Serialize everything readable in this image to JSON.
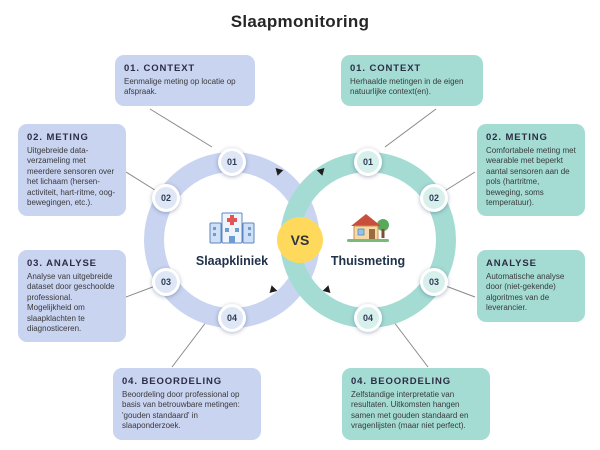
{
  "title": "Slaapmonitoring",
  "vs_label": "VS",
  "colors": {
    "left_accent": "#c9d4f1",
    "right_accent": "#a4dcd4",
    "vs_bg": "#ffd95c"
  },
  "left": {
    "name": "Slaapkliniek",
    "icon": "hospital-icon",
    "items": [
      {
        "num": "01",
        "heading": "01. CONTEXT",
        "body": "Eenmalige meting op locatie op afspraak."
      },
      {
        "num": "02",
        "heading": "02. METING",
        "body": "Uitgebreide data-verzameling met meerdere sensoren over het lichaam (hersen-activiteit, hart-ritme, oog-bewegingen, etc.)."
      },
      {
        "num": "03",
        "heading": "03. ANALYSE",
        "body": "Analyse van uitgebreide dataset door geschoolde professional. Mogelijkheid om slaapklachten te diagnosticeren."
      },
      {
        "num": "04",
        "heading": "04. BEOORDELING",
        "body": "Beoordeling door professional op basis van betrouwbare metingen: 'gouden standaard' in slaaponderzoek."
      }
    ]
  },
  "right": {
    "name": "Thuismeting",
    "icon": "house-icon",
    "items": [
      {
        "num": "01",
        "heading": "01. CONTEXT",
        "body": "Herhaalde metingen in de eigen natuurlijke context(en)."
      },
      {
        "num": "02",
        "heading": "02. METING",
        "body": "Comfortabele meting met wearable met beperkt aantal sensoren aan de pols (hartritme, beweging, soms temperatuur)."
      },
      {
        "num": "03",
        "heading": "ANALYSE",
        "body": "Automatische analyse door (niet-gekende) algoritmes van de leverancier."
      },
      {
        "num": "04",
        "heading": "04. BEOORDELING",
        "body": "Zelfstandige interpretatie van resultaten. Uitkomsten hangen samen met gouden standaard en vragenlijsten (maar niet perfect)."
      }
    ]
  }
}
